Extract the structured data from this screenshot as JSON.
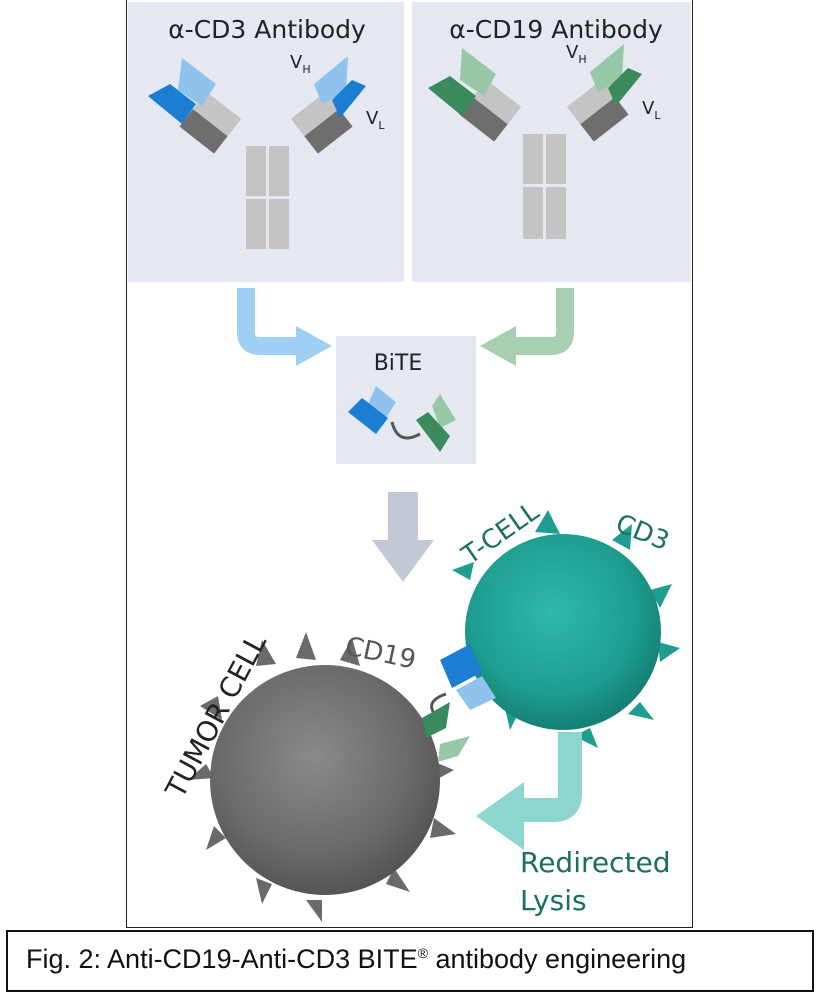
{
  "panels": {
    "cd3_title": "α-CD3 Antibody",
    "cd19_title": "α-CD19 Antibody",
    "vh_label": "V",
    "vh_sub": "H",
    "vl_label": "V",
    "vl_sub": "L"
  },
  "bite": {
    "label": "BiTE"
  },
  "cells": {
    "tcell_label": "T-CELL",
    "cd3_label": "CD3",
    "tumor_label": "TUMOR CELL",
    "cd19_label": "CD19",
    "lysis_line1": "Redirected",
    "lysis_line2": "Lysis"
  },
  "caption": {
    "prefix": "Fig. 2: Anti-CD19-Anti-CD3 BITE",
    "mark": "®",
    "suffix": " antibody engineering"
  },
  "colors": {
    "panel_bg": "#e6e8f1",
    "vh_cd3": "#8fc3ee",
    "vl_cd3": "#1a7fd2",
    "vh_cd19": "#98c7a8",
    "vl_cd19": "#3a8a5e",
    "heavy_chain": "#c9c9c9",
    "light_chain": "#6d6d6d",
    "tcell": "#22a69a",
    "tumor": "#7a7a7a",
    "lysis_arrow": "#8dd6cf",
    "down_arrow": "#c3c8d6"
  }
}
